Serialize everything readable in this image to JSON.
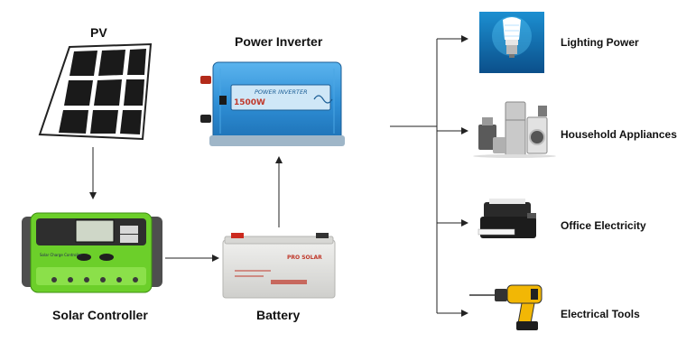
{
  "nodes": {
    "pv": "PV",
    "inverter": "Power Inverter",
    "controller": "Solar Controller",
    "battery": "Battery"
  },
  "outputs": [
    "Lighting Power",
    "Household Appliances",
    "Office Electricity",
    "Electrical Tools"
  ],
  "product_text": {
    "inverter_brand": "POWER INVERTER",
    "inverter_rating": "1500W",
    "battery_brand": "PRO SOLAR",
    "controller_brand": "Solar Charge Controller"
  },
  "colors": {
    "panel_cell": "#1a1a1a",
    "inverter_blue": "#2f8fd6",
    "controller_green": "#6ccf2a",
    "battery_body": "#e4e4e2",
    "arrow": "#222222"
  }
}
